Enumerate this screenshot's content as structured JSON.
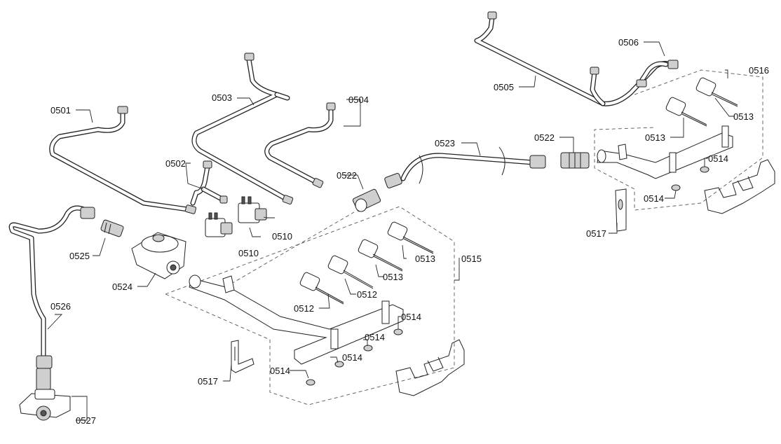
{
  "labels": {
    "l0501": "0501",
    "l0502": "0502",
    "l0503": "0503",
    "l0504": "0504",
    "l0505": "0505",
    "l0506": "0506",
    "l0510a": "0510",
    "l0510b": "0510",
    "l0512a": "0512",
    "l0512b": "0512",
    "l0513a": "0513",
    "l0513b": "0513",
    "l0513c": "0513",
    "l0513d": "0513",
    "l0514a": "0514",
    "l0514b": "0514",
    "l0514c": "0514",
    "l0514d": "0514",
    "l0514e": "0514",
    "l0514f": "0514",
    "l0515": "0515",
    "l0516": "0516",
    "l0517a": "0517",
    "l0517b": "0517",
    "l0522a": "0522",
    "l0522b": "0522",
    "l0523": "0523",
    "l0524": "0524",
    "l0525": "0525",
    "l0526": "0526",
    "l0527": "0527"
  }
}
